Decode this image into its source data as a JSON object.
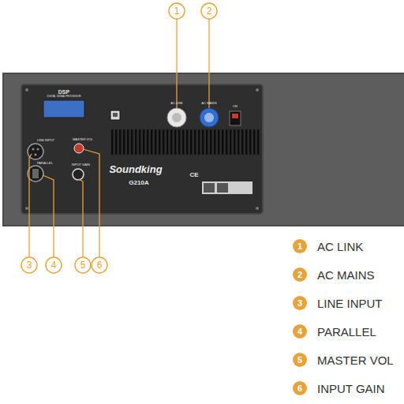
{
  "diagram": {
    "labels": [
      "1",
      "2",
      "DSP",
      "DIGITAL SIGNAL PROCESSOR",
      "AC LINK",
      "AC MAINS",
      "ON",
      "LINE INPUT",
      "MASTER VOL",
      "PARALLEL",
      "INPUT GAIN",
      "Soundking",
      "G210A",
      "CE",
      "3",
      "4",
      "5",
      "6",
      "1",
      "AC LINK",
      "2",
      "AC MAINS",
      "3",
      "LINE INPUT",
      "4",
      "PARALLEL",
      "5",
      "MASTER VOL",
      "6",
      "INPUT GAIN"
    ]
  }
}
